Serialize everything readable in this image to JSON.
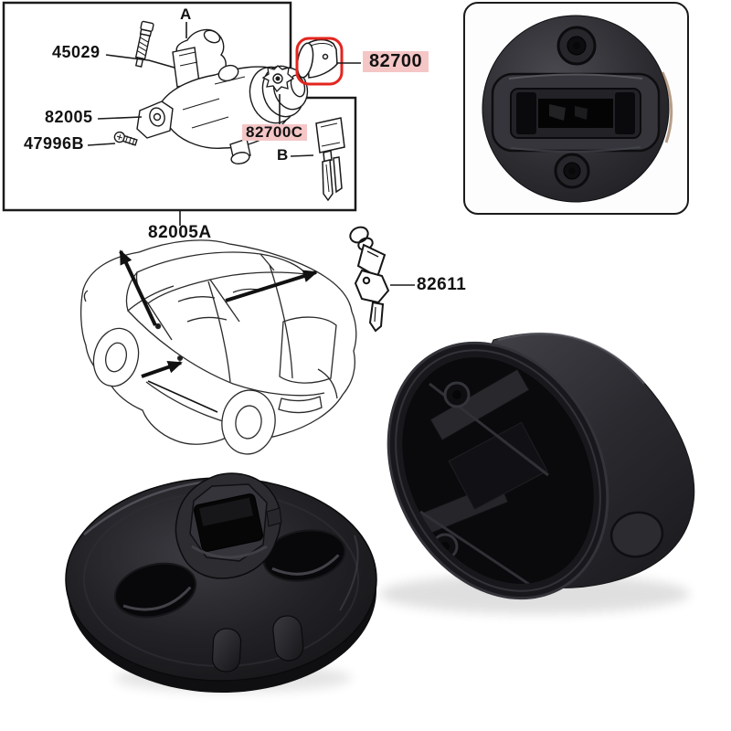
{
  "diagram": {
    "label_45029": "45029",
    "label_a": "A",
    "label_82005": "82005",
    "label_47996b": "47996B",
    "label_82700c": "82700C",
    "label_b": "B",
    "label_82700": "82700",
    "label_82005a": "82005A",
    "label_82611": "82611",
    "highlight_color": "#f5c6c6",
    "callout_box_color": "#e3251e",
    "line_color": "#1b1b1b"
  },
  "photos": {
    "top_right": "knob-rear-view-photo",
    "bottom_left": "knob-underside-photo",
    "bottom_right": "knob-side-cavity-photo"
  }
}
